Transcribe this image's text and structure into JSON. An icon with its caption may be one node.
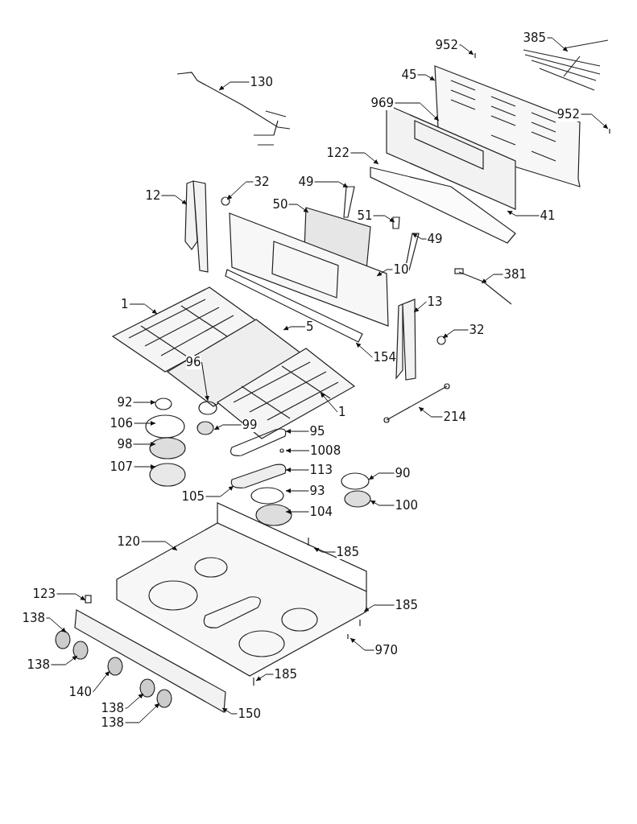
{
  "diagram": {
    "nodes": [
      {
        "text": [
          "130"
        ]
      },
      {
        "text": [
          "952"
        ]
      },
      {
        "text": [
          "385"
        ]
      },
      {
        "text": [
          "45"
        ]
      },
      {
        "text": [
          "969"
        ]
      },
      {
        "text": [
          "952"
        ]
      },
      {
        "text": [
          "122"
        ]
      },
      {
        "text": [
          "12"
        ]
      },
      {
        "text": [
          "32"
        ]
      },
      {
        "text": [
          "49"
        ]
      },
      {
        "text": [
          "50"
        ]
      },
      {
        "text": [
          "51"
        ]
      },
      {
        "text": [
          "49"
        ]
      },
      {
        "text": [
          "41"
        ]
      },
      {
        "text": [
          "10"
        ]
      },
      {
        "text": [
          "381"
        ]
      },
      {
        "text": [
          "1"
        ]
      },
      {
        "text": [
          "5"
        ]
      },
      {
        "text": [
          "13"
        ]
      },
      {
        "text": [
          "32"
        ]
      },
      {
        "text": [
          "154"
        ]
      },
      {
        "text": [
          "96"
        ]
      },
      {
        "text": [
          "99"
        ]
      },
      {
        "text": [
          "1"
        ]
      },
      {
        "text": [
          "92"
        ]
      },
      {
        "text": [
          "214"
        ]
      },
      {
        "text": [
          "106"
        ]
      },
      {
        "text": [
          "95"
        ]
      },
      {
        "text": [
          "98"
        ]
      },
      {
        "text": [
          "1008"
        ]
      },
      {
        "text": [
          "90"
        ]
      },
      {
        "text": [
          "107"
        ]
      },
      {
        "text": [
          "113"
        ]
      },
      {
        "text": [
          "100"
        ]
      },
      {
        "text": [
          "105"
        ]
      },
      {
        "text": [
          "93"
        ]
      },
      {
        "text": [
          "104"
        ]
      },
      {
        "text": [
          "120"
        ]
      },
      {
        "text": [
          "185"
        ]
      },
      {
        "text": [
          "123"
        ]
      },
      {
        "text": [
          "185"
        ]
      },
      {
        "text": [
          "138"
        ]
      },
      {
        "text": [
          "970"
        ]
      },
      {
        "text": [
          "138"
        ]
      },
      {
        "text": [
          "185"
        ]
      },
      {
        "text": [
          "140"
        ]
      },
      {
        "text": [
          "138"
        ]
      },
      {
        "text": [
          "138"
        ]
      },
      {
        "text": [
          "150"
        ]
      }
    ],
    "edges": [
      {
        "from": 0,
        "to": null,
        "arrow": "to"
      },
      {
        "from": 1,
        "to": null,
        "arrow": "to"
      },
      {
        "from": 2,
        "to": null,
        "arrow": "to"
      },
      {
        "from": 3,
        "to": null,
        "arrow": "to"
      },
      {
        "from": 4,
        "to": null,
        "arrow": "to"
      },
      {
        "from": 5,
        "to": null,
        "arrow": "to"
      },
      {
        "from": 6,
        "to": null,
        "arrow": "to"
      },
      {
        "from": 7,
        "to": null,
        "arrow": "to"
      },
      {
        "from": 8,
        "to": null,
        "arrow": "to"
      },
      {
        "from": 9,
        "to": null,
        "arrow": "to"
      },
      {
        "from": 10,
        "to": null,
        "arrow": "to"
      },
      {
        "from": 11,
        "to": null,
        "arrow": "to"
      },
      {
        "from": 12,
        "to": null,
        "arrow": "to"
      },
      {
        "from": 13,
        "to": null,
        "arrow": "to"
      },
      {
        "from": 14,
        "to": null,
        "arrow": "to"
      },
      {
        "from": 15,
        "to": null,
        "arrow": "to"
      },
      {
        "from": 16,
        "to": null,
        "arrow": "to"
      },
      {
        "from": 17,
        "to": null,
        "arrow": "to"
      },
      {
        "from": 18,
        "to": null,
        "arrow": "to"
      },
      {
        "from": 19,
        "to": null,
        "arrow": "to"
      },
      {
        "from": 20,
        "to": null,
        "arrow": "to"
      },
      {
        "from": 21,
        "to": null,
        "arrow": "to"
      },
      {
        "from": 22,
        "to": null,
        "arrow": "to"
      },
      {
        "from": 23,
        "to": null,
        "arrow": "to"
      },
      {
        "from": 24,
        "to": null,
        "arrow": "to"
      },
      {
        "from": 25,
        "to": null,
        "arrow": "to"
      },
      {
        "from": 26,
        "to": null,
        "arrow": "to"
      },
      {
        "from": 27,
        "to": null,
        "arrow": "to"
      },
      {
        "from": 28,
        "to": null,
        "arrow": "to"
      },
      {
        "from": 29,
        "to": null,
        "arrow": "to"
      },
      {
        "from": 30,
        "to": null,
        "arrow": "to"
      },
      {
        "from": 31,
        "to": null,
        "arrow": "to"
      },
      {
        "from": 32,
        "to": null,
        "arrow": "to"
      },
      {
        "from": 33,
        "to": null,
        "arrow": "to"
      },
      {
        "from": 34,
        "to": null,
        "arrow": "to"
      },
      {
        "from": 35,
        "to": null,
        "arrow": "to"
      },
      {
        "from": 36,
        "to": null,
        "arrow": "to"
      },
      {
        "from": 37,
        "to": null,
        "arrow": "to"
      },
      {
        "from": 38,
        "to": null,
        "arrow": "to"
      },
      {
        "from": 39,
        "to": null,
        "arrow": "to"
      },
      {
        "from": 40,
        "to": null,
        "arrow": "to"
      },
      {
        "from": 41,
        "to": null,
        "arrow": "to"
      },
      {
        "from": 42,
        "to": null,
        "arrow": "to"
      },
      {
        "from": 43,
        "to": null,
        "arrow": "to"
      },
      {
        "from": 44,
        "to": null,
        "arrow": "to"
      },
      {
        "from": 45,
        "to": null,
        "arrow": "to"
      },
      {
        "from": 46,
        "to": null,
        "arrow": "to"
      },
      {
        "from": 47,
        "to": null,
        "arrow": "to"
      },
      {
        "from": 48,
        "to": null,
        "arrow": "to"
      }
    ]
  }
}
